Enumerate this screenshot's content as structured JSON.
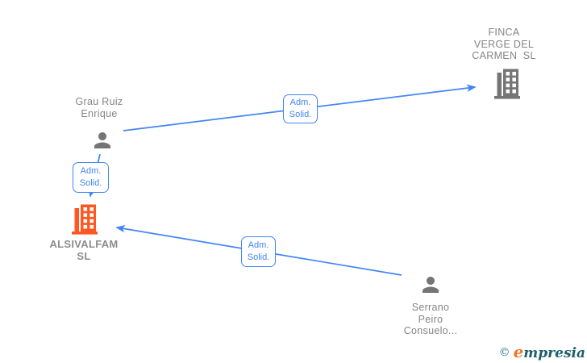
{
  "diagram": {
    "nodes": {
      "grau": {
        "type": "person",
        "lines": [
          "Grau Ruiz",
          "Enrique"
        ]
      },
      "finca": {
        "type": "company",
        "lines": [
          "FINCA",
          "VERGE DEL",
          "CARMEN  SL"
        ]
      },
      "alsivalfam": {
        "type": "company",
        "highlighted": true,
        "lines": [
          "ALSIVALFAM",
          "SL"
        ]
      },
      "serrano": {
        "type": "person",
        "lines": [
          "Serrano",
          "Peiro",
          "Consuelo..."
        ]
      }
    },
    "edges": {
      "grau_finca": {
        "from": "grau",
        "to": "finca",
        "label_lines": [
          "Adm.",
          "Solid."
        ]
      },
      "grau_alsivalfam": {
        "from": "grau",
        "to": "alsivalfam",
        "label_lines": [
          "Adm.",
          "Solid."
        ]
      },
      "serrano_alsivalfam": {
        "from": "serrano",
        "to": "alsivalfam",
        "label_lines": [
          "Adm.",
          "Solid."
        ]
      }
    }
  },
  "icons": {
    "person": "person-icon",
    "company": "building-icon",
    "arrow": "arrowhead-icon"
  },
  "colors": {
    "edge_blue": "#4285F4",
    "node_gray": "#757575",
    "highlight_orange": "#FF5722",
    "label_gray": "#858585",
    "brand_teal": "#1d5f6e",
    "brand_orange": "#f0782a"
  },
  "footer": {
    "copyright_symbol": "©",
    "brand_first_letter": "e",
    "brand_rest": "mpresia"
  }
}
